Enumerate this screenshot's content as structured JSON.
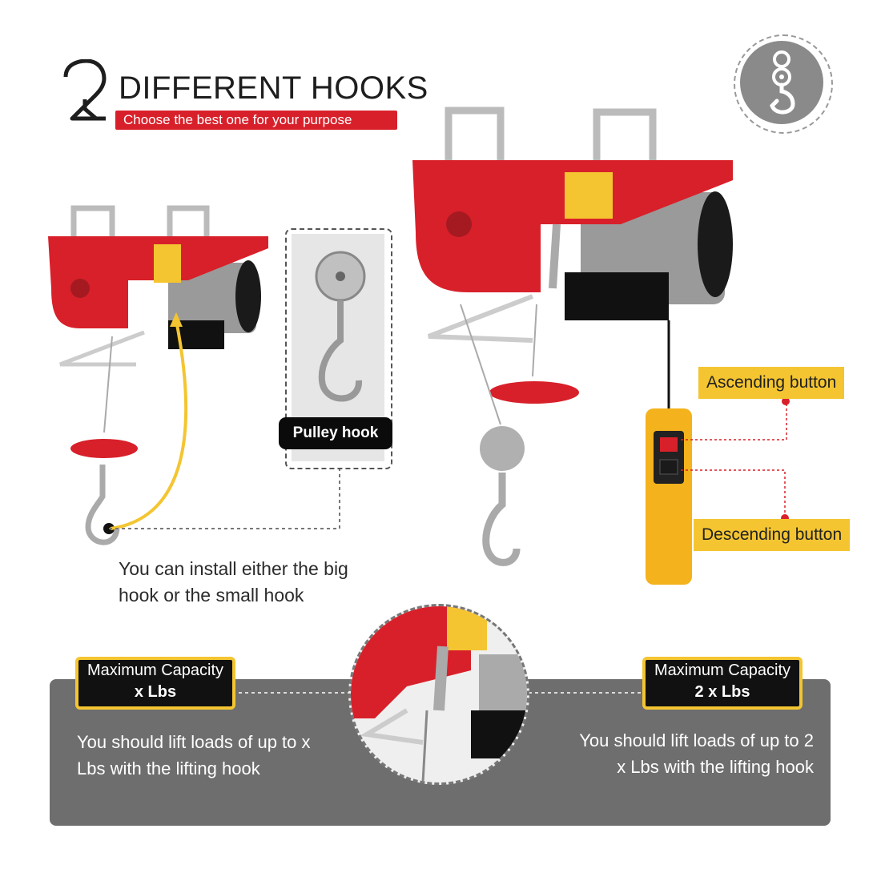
{
  "header": {
    "number": "2",
    "title": "DIFFERENT HOOKS",
    "subtitle": "Choose the best one for your purpose"
  },
  "pulley": {
    "label": "Pulley hook"
  },
  "install_note": "You can install either the big hook or the small hook",
  "controller": {
    "ascending_label": "Ascending button",
    "descending_label": "Descending button"
  },
  "capacity_left": {
    "line1": "Maximum Capacity",
    "line2": "x Lbs",
    "desc": "You should lift loads of up to x Lbs with the lifting hook"
  },
  "capacity_right": {
    "line1": "Maximum Capacity",
    "line2": "2 x Lbs",
    "desc": "You should lift loads of up to 2 x Lbs with the lifting hook"
  },
  "colors": {
    "brand_red": "#d8202a",
    "accent_yellow": "#f4c531",
    "panel_gray": "#6e6e6e"
  },
  "icons": [
    "hook-icon",
    "hoist-illustration",
    "pulley-hook-illustration",
    "pendant-control-illustration"
  ]
}
